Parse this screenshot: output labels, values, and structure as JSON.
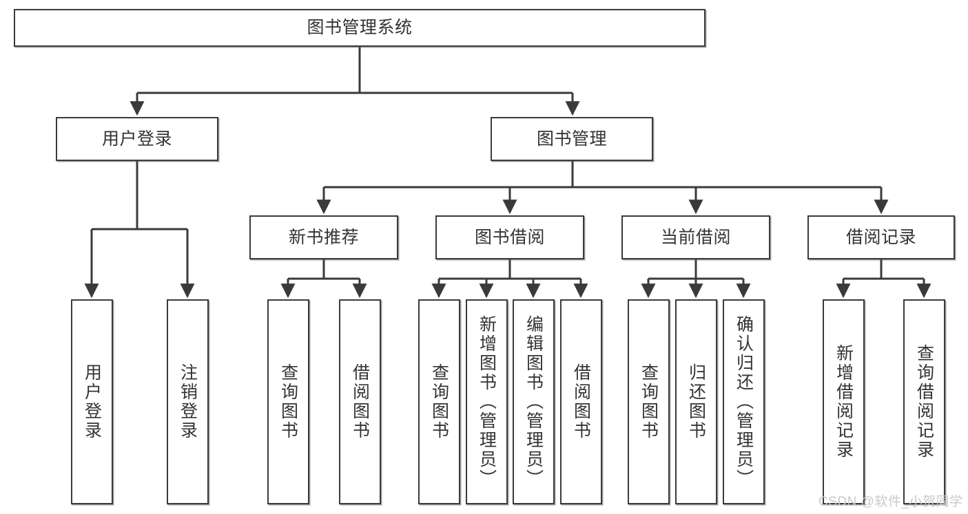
{
  "diagram": {
    "title": "图书管理系统",
    "type": "tree-hierarchy",
    "orientation": "top-down",
    "watermark": "CSDN @软件_小贺同学"
  },
  "nodes": {
    "root": {
      "label": "图书管理系统"
    },
    "level2": [
      {
        "id": "user-login",
        "label": "用户登录"
      },
      {
        "id": "book-management",
        "label": "图书管理"
      }
    ],
    "level3": [
      {
        "id": "new-book-recommend",
        "label": "新书推荐"
      },
      {
        "id": "book-borrow",
        "label": "图书借阅"
      },
      {
        "id": "current-borrow",
        "label": "当前借阅"
      },
      {
        "id": "borrow-record",
        "label": "借阅记录"
      }
    ],
    "leaves": {
      "user-login": [
        {
          "id": "leaf-user-login",
          "label": "用户登录"
        },
        {
          "id": "leaf-logout-login",
          "label": "注销登录"
        }
      ],
      "new-book-recommend": [
        {
          "id": "leaf-query-book-1",
          "label": "查询图书"
        },
        {
          "id": "leaf-borrow-book-1",
          "label": "借阅图书"
        }
      ],
      "book-borrow": [
        {
          "id": "leaf-query-book-2",
          "label": "查询图书"
        },
        {
          "id": "leaf-add-book",
          "label": "新增图书（管理员）"
        },
        {
          "id": "leaf-edit-book",
          "label": "编辑图书（管理员）"
        },
        {
          "id": "leaf-borrow-book-2",
          "label": "借阅图书"
        }
      ],
      "current-borrow": [
        {
          "id": "leaf-query-book-3",
          "label": "查询图书"
        },
        {
          "id": "leaf-return-book",
          "label": "归还图书"
        },
        {
          "id": "leaf-confirm-return",
          "label": "确认归还（管理员）"
        }
      ],
      "borrow-record": [
        {
          "id": "leaf-add-record",
          "label": "新增借阅记录"
        },
        {
          "id": "leaf-query-record",
          "label": "查询借阅记录"
        }
      ]
    }
  },
  "style": {
    "border_color": "#3a3a3a",
    "text_color": "#333333",
    "background": "#ffffff",
    "line_color": "#3a3a3a",
    "watermark_color": "#c9c9c9"
  }
}
